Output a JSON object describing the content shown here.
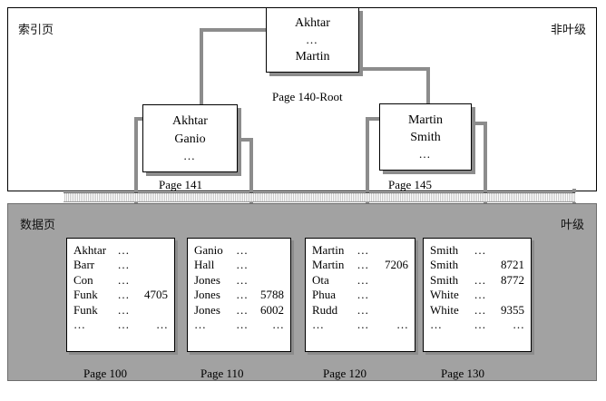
{
  "diagram": {
    "title": "B-Tree Index Structure",
    "colors": {
      "index_panel_bg": "#ffffff",
      "data_panel_bg": "#a2a2a2",
      "connector": "#8c8c8c",
      "box_shadow": "#8c8c8c",
      "border": "#000000"
    }
  },
  "index_panel": {
    "label_left": "索引页",
    "label_right": "非叶级",
    "nodes": [
      {
        "id": "root",
        "caption": "Page 140-Root",
        "lines": [
          "Akhtar",
          "…",
          "Martin"
        ]
      },
      {
        "id": "page141",
        "caption": "Page 141",
        "lines": [
          "Akhtar",
          "Ganio",
          "…"
        ]
      },
      {
        "id": "page145",
        "caption": "Page 145",
        "lines": [
          "Martin",
          "Smith",
          "…"
        ]
      }
    ]
  },
  "data_panel": {
    "label_left": "数据页",
    "label_right": "叶级",
    "columns": [
      "name",
      "dots",
      "value"
    ],
    "pages": [
      {
        "id": "page100",
        "caption": "Page 100",
        "rows": [
          [
            "Akhtar",
            "…",
            ""
          ],
          [
            "Barr",
            "…",
            ""
          ],
          [
            "Con",
            "…",
            ""
          ],
          [
            "Funk",
            "…",
            "4705"
          ],
          [
            "Funk",
            "…",
            ""
          ],
          [
            "…",
            "…",
            "…"
          ]
        ]
      },
      {
        "id": "page110",
        "caption": "Page 110",
        "rows": [
          [
            "Ganio",
            "…",
            ""
          ],
          [
            "Hall",
            "…",
            ""
          ],
          [
            "Jones",
            "…",
            ""
          ],
          [
            "Jones",
            "…",
            "5788"
          ],
          [
            "Jones",
            "…",
            "6002"
          ],
          [
            "…",
            "…",
            "…"
          ]
        ]
      },
      {
        "id": "page120",
        "caption": "Page 120",
        "rows": [
          [
            "Martin",
            "…",
            ""
          ],
          [
            "Martin",
            "…",
            "7206"
          ],
          [
            "Ota",
            "…",
            ""
          ],
          [
            "Phua",
            "…",
            ""
          ],
          [
            "Rudd",
            "…",
            ""
          ],
          [
            "…",
            "…",
            "…"
          ]
        ]
      },
      {
        "id": "page130",
        "caption": "Page 130",
        "rows": [
          [
            "Smith",
            "…",
            ""
          ],
          [
            "Smith",
            "",
            "8721"
          ],
          [
            "Smith",
            "…",
            "8772"
          ],
          [
            "White",
            "…",
            ""
          ],
          [
            "White",
            "…",
            "9355"
          ],
          [
            "…",
            "…",
            "…"
          ]
        ]
      }
    ]
  }
}
